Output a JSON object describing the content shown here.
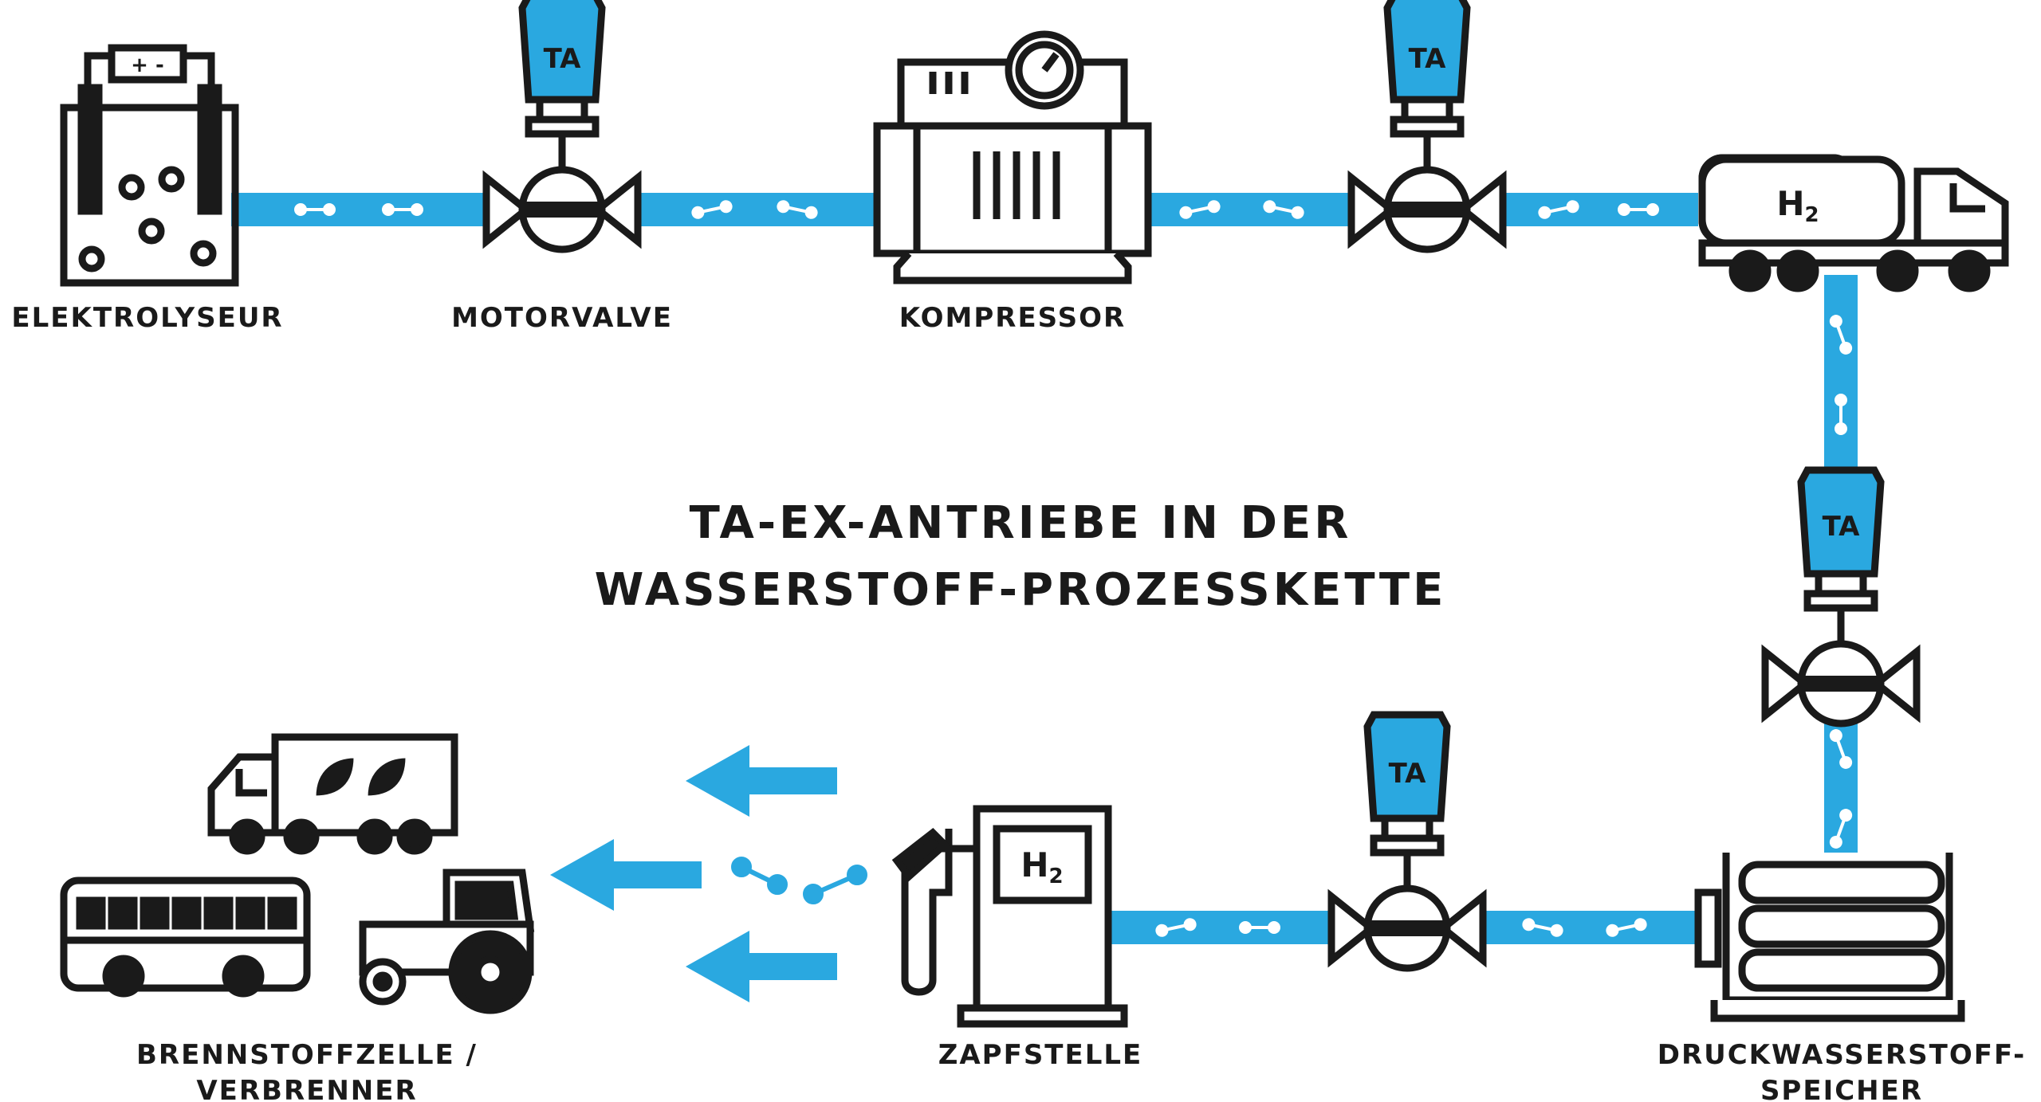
{
  "colors": {
    "pipe": "#2aa8e0",
    "ink": "#1a1a1a",
    "actuator": "#2aa8e0"
  },
  "title": {
    "line1": "TA-EX-ANTRIEBE IN DER",
    "line2": "WASSERSTOFF-PROZESSKETTE"
  },
  "labels": {
    "elektrolyseur": "ELEKTROLYSEUR",
    "motorvalve": "MOTORVALVE",
    "kompressor": "KOMPRESSOR",
    "brennstoffzelle_1": "BRENNSTOFFZELLE /",
    "brennstoffzelle_2": "VERBRENNER",
    "zapfstelle": "ZAPFSTELLE",
    "speicher_1": "DRUCKWASSERSTOFF-",
    "speicher_2": "SPEICHER"
  },
  "actuator_text": "TA",
  "h2_text": "H",
  "h2_sub": "2",
  "battery_text": "+ -",
  "icons": [
    "electrolyser-icon",
    "motor-valve-icon",
    "compressor-icon",
    "tanker-truck-icon",
    "pressure-storage-icon",
    "fuel-pump-icon",
    "truck-icon",
    "bus-icon",
    "tractor-icon",
    "arrow-left-icon",
    "molecule-icon"
  ]
}
